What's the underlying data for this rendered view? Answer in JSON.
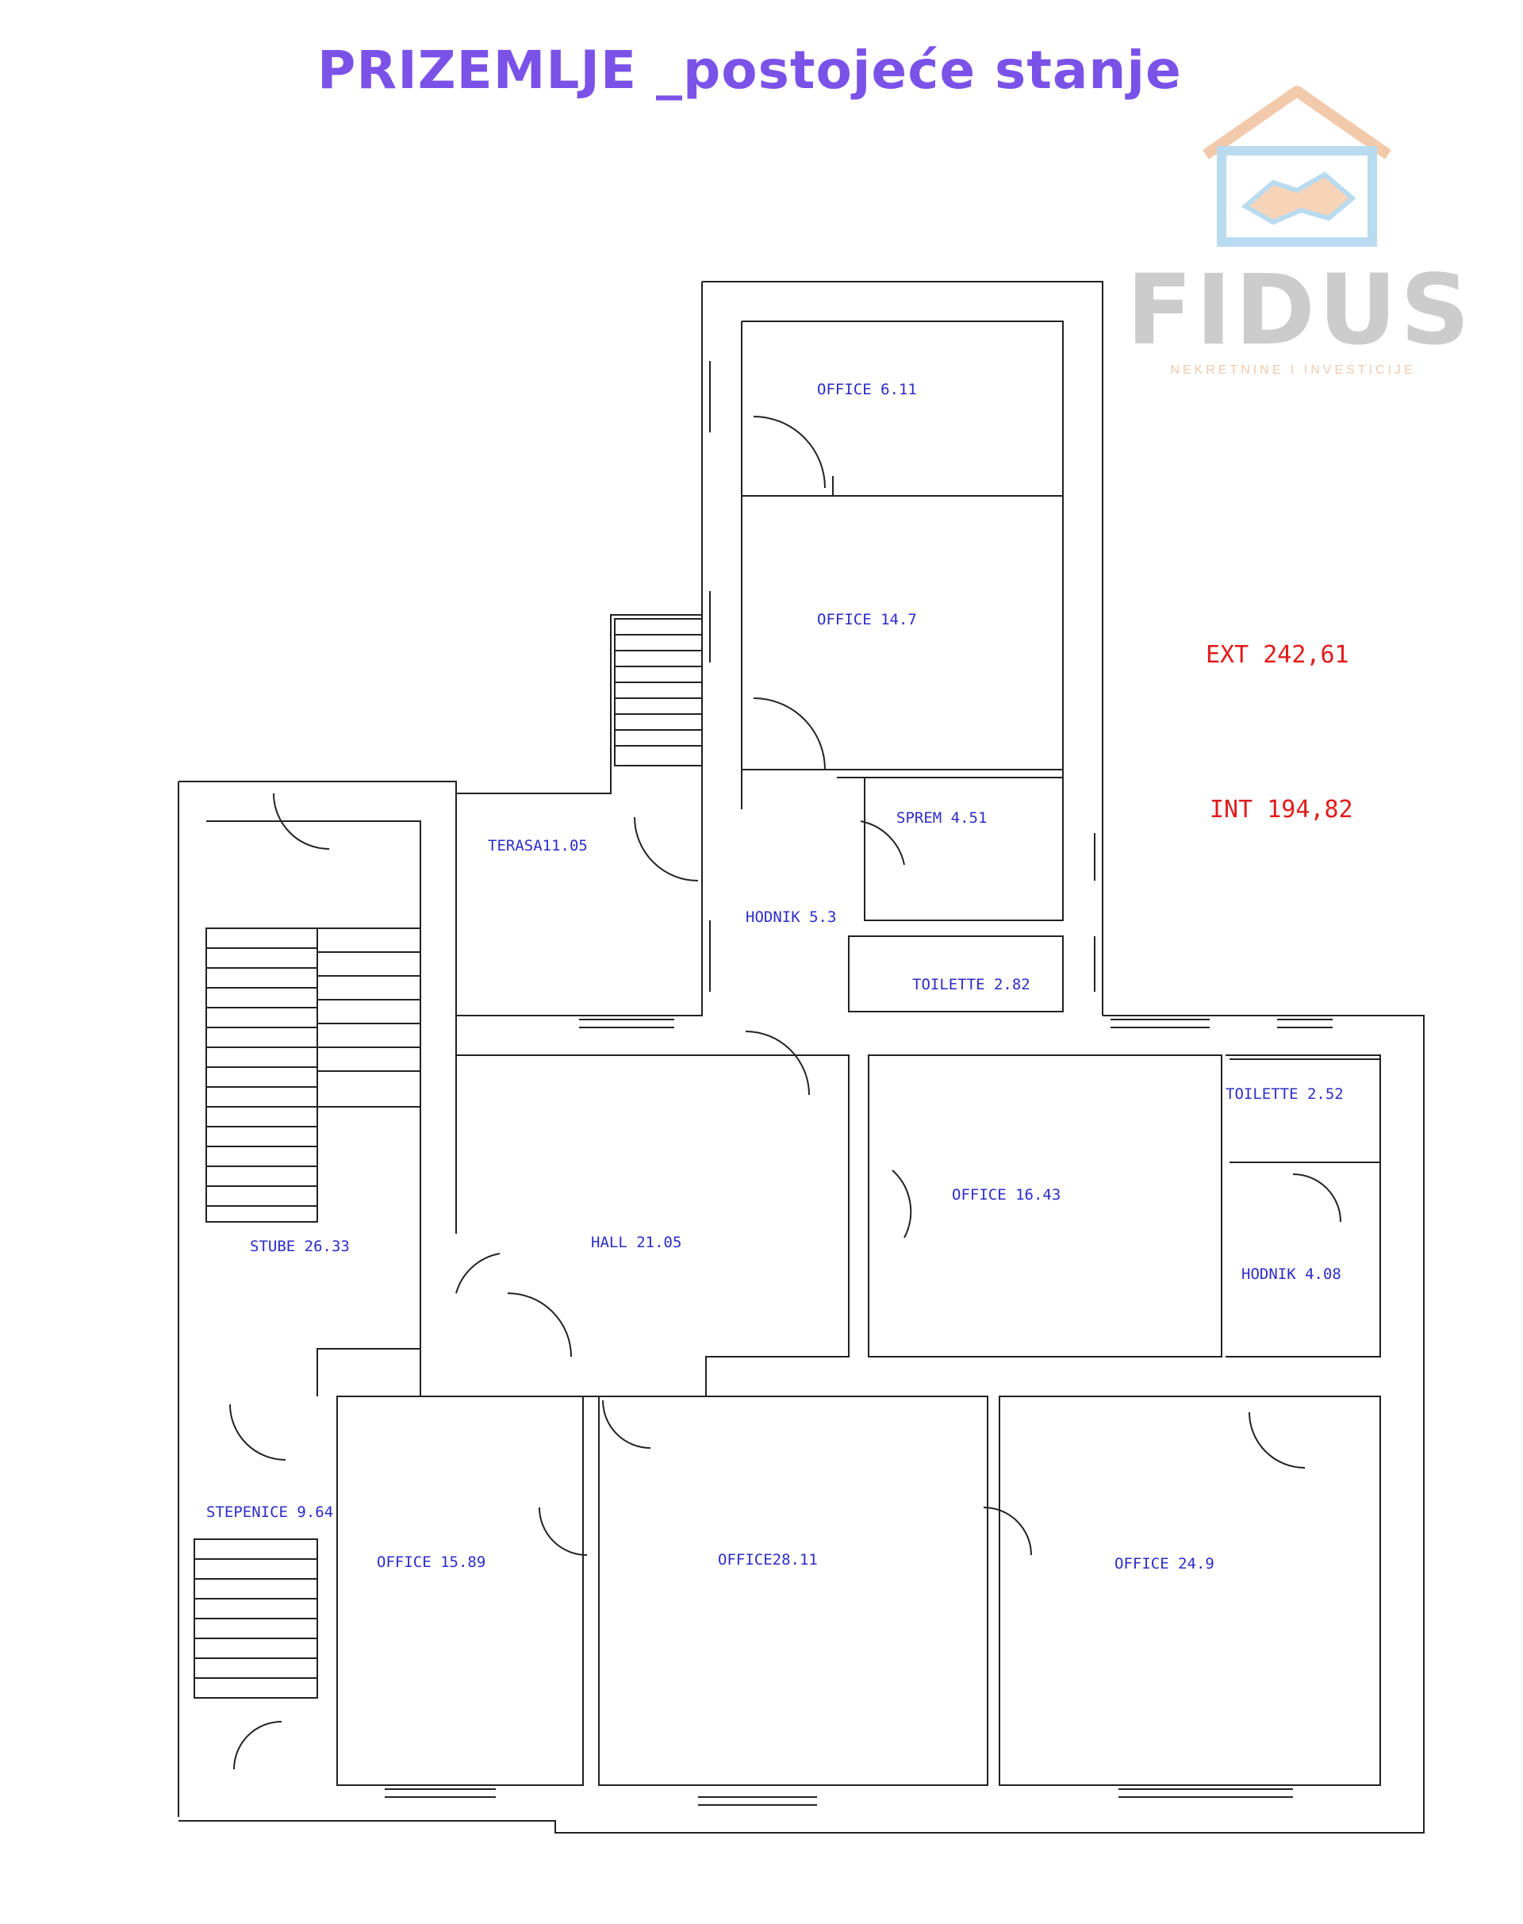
{
  "title": "PRIZEMLJE _postojeće stanje",
  "logo": {
    "name": "FIDUS",
    "tagline": "NEKRETNINE I INVESTICIJE"
  },
  "areas": {
    "ext": "EXT  242,61",
    "int": "INT  194,82"
  },
  "rooms": {
    "office_611": "OFFICE  6.11",
    "office_147": "OFFICE  14.7",
    "sprem": "SPREM  4.51",
    "hodnik_53": "HODNIK  5.3",
    "toilette_282": "TOILETTE  2.82",
    "terasa": "TERASA11.05",
    "stube": "STUBE  26.33",
    "hall": "HALL  21.05",
    "office_1643": "OFFICE  16.43",
    "toilette_252": "TOILETTE  2.52",
    "hodnik_408": "HODNIK  4.08",
    "stepenice": "STEPENICE  9.64",
    "office_1589": "OFFICE  15.89",
    "office_2811": "OFFICE28.11",
    "office_249": "OFFICE  24.9"
  },
  "colors": {
    "title": "#7b52e8",
    "room_label": "#2c2cc8",
    "area_label": "#e01c1c",
    "logo_roof": "#f2c9aa",
    "logo_box": "#b9dbef",
    "logo_text": "#c4c4c4"
  }
}
